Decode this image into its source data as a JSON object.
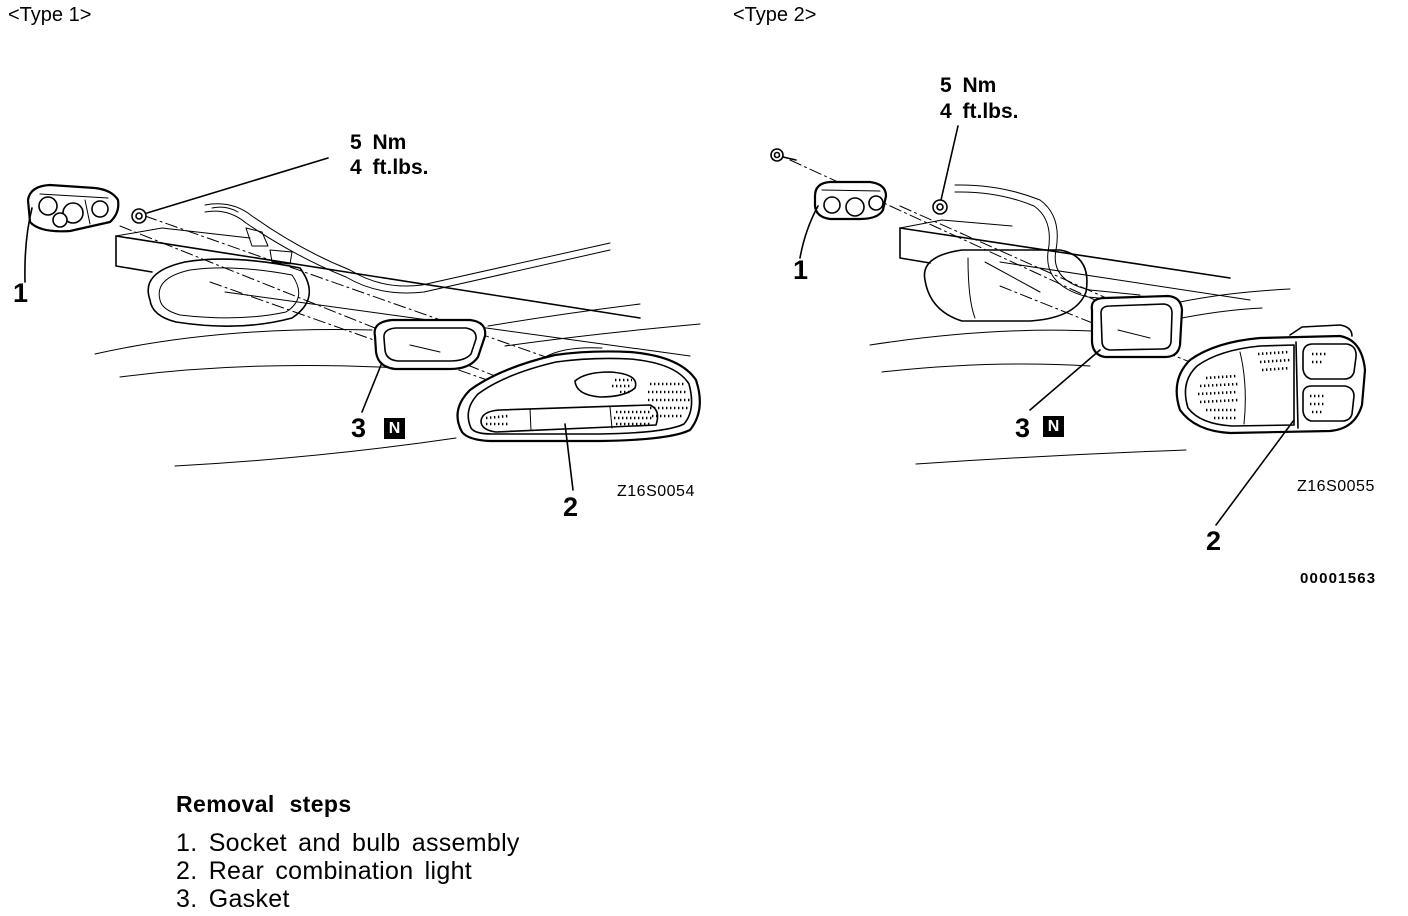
{
  "type1": {
    "label": "<Type 1>",
    "torque_nm": "5 Nm",
    "torque_ftlbs": "4 ft.lbs.",
    "callout_socket": "1",
    "callout_light": "2",
    "callout_gasket": "3",
    "new_part_mark": "N",
    "figure_id": "Z16S0054"
  },
  "type2": {
    "label": "<Type 2>",
    "torque_nm": "5 Nm",
    "torque_ftlbs": "4 ft.lbs.",
    "callout_socket": "1",
    "callout_light": "2",
    "callout_gasket": "3",
    "new_part_mark": "N",
    "figure_id": "Z16S0055"
  },
  "document_id": "00001563",
  "removal": {
    "heading": "Removal steps",
    "steps": [
      "1. Socket and bulb assembly",
      "2. Rear combination light",
      "3. Gasket"
    ]
  }
}
